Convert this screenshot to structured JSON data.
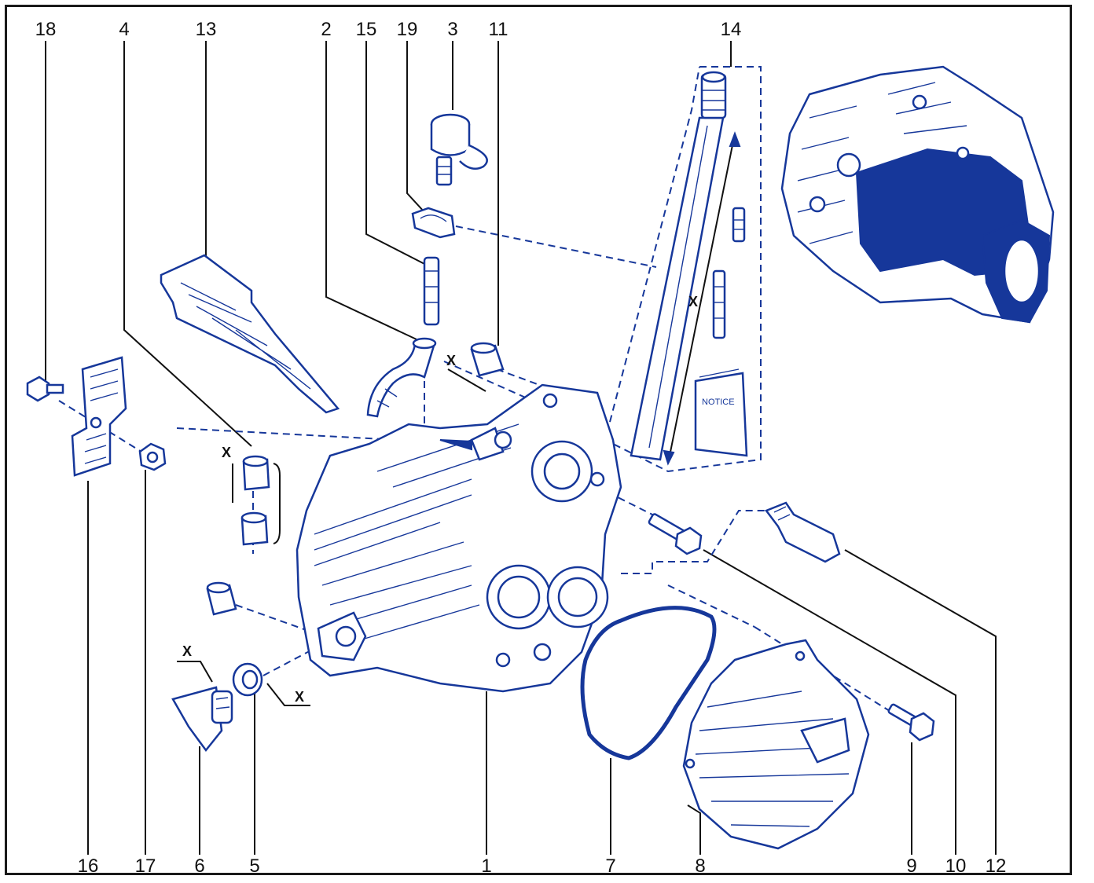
{
  "diagram": {
    "callouts": [
      {
        "id": "18",
        "text": "18"
      },
      {
        "id": "4",
        "text": "4"
      },
      {
        "id": "13",
        "text": "13"
      },
      {
        "id": "2",
        "text": "2"
      },
      {
        "id": "15",
        "text": "15"
      },
      {
        "id": "19",
        "text": "19"
      },
      {
        "id": "3",
        "text": "3"
      },
      {
        "id": "11",
        "text": "11"
      },
      {
        "id": "14",
        "text": "14"
      },
      {
        "id": "16",
        "text": "16"
      },
      {
        "id": "17",
        "text": "17"
      },
      {
        "id": "6",
        "text": "6"
      },
      {
        "id": "5",
        "text": "5"
      },
      {
        "id": "1",
        "text": "1"
      },
      {
        "id": "7",
        "text": "7"
      },
      {
        "id": "8",
        "text": "8"
      },
      {
        "id": "9",
        "text": "9"
      },
      {
        "id": "10",
        "text": "10"
      },
      {
        "id": "12",
        "text": "12"
      }
    ],
    "dimension_marks": [
      "X",
      "X",
      "X",
      "X",
      "X"
    ],
    "booklet_text": "NOTICE",
    "colors": {
      "line": "#16379a",
      "text": "#111111",
      "background": "#ffffff"
    }
  }
}
